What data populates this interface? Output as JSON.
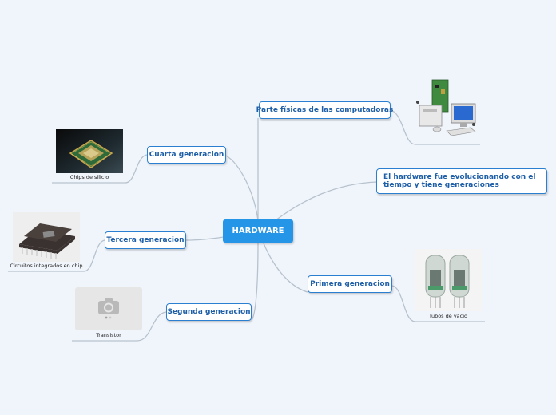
{
  "root": {
    "label": "HARDWARE"
  },
  "nodes": {
    "partes": {
      "label": "Parte físicas de las computadoras"
    },
    "evolucion": {
      "label": "El hardware fue evolucionando con el tiempo y tiene generaciones"
    },
    "primera": {
      "label": "Primera generacion"
    },
    "segunda": {
      "label": "Segunda generacion"
    },
    "tercera": {
      "label": "Tercera generacion"
    },
    "cuarta": {
      "label": "Cuarta generacion"
    }
  },
  "images": {
    "chips": {
      "caption": "Chips de silicio",
      "icon": "cpu-chip-photo"
    },
    "circuitos": {
      "caption": "Circuitos integrados en chip",
      "icon": "integrated-circuit-photo"
    },
    "transistor": {
      "caption": "Transistor",
      "icon": "camera-placeholder-icon"
    },
    "tubos": {
      "caption": "Tubos de vació",
      "icon": "vacuum-tube-photo"
    },
    "computadora": {
      "caption": "",
      "icon": "computer-parts-photo"
    }
  },
  "colors": {
    "background": "#f0f5fc",
    "accent": "#2b7fd0",
    "root": "#2595e8",
    "connector": "#b8c2cc"
  }
}
